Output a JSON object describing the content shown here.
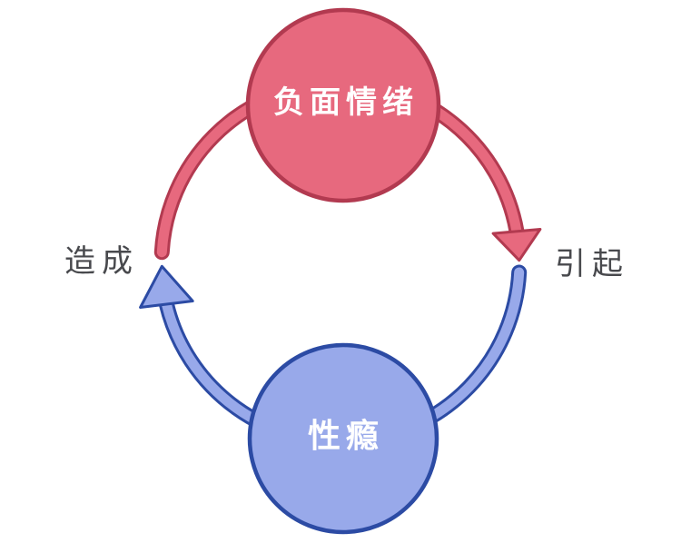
{
  "page": {
    "background": "#FFFFFF"
  },
  "colors": {
    "background": "#FFFFFF",
    "accent_pink": "#E7697E",
    "accent_pink_dark": "#B23A50",
    "accent_blue": "#98A9EA",
    "accent_blue_dark": "#2C4BA4",
    "node_text": "#FFFFFF",
    "label_text": "#48494D"
  },
  "diagram": {
    "type": "cycle",
    "nodes": [
      {
        "id": "negative-emotions",
        "label": "负面情绪",
        "shape": "circle",
        "fill": "#E7697E",
        "border": "#B23A50",
        "position": "top"
      },
      {
        "id": "sex-addiction",
        "label": "性瘾",
        "shape": "circle",
        "fill": "#98A9EA",
        "border": "#2C4BA4",
        "position": "bottom"
      }
    ],
    "edges": [
      {
        "id": "edge-trigger",
        "label": "引起",
        "from": "负面情绪",
        "to": "性瘾",
        "side": "right",
        "color": "#E7697E",
        "border": "#B23A50",
        "direction": "clockwise-down"
      },
      {
        "id": "edge-cause",
        "label": "造成",
        "from": "性瘾",
        "to": "负面情绪",
        "side": "left",
        "color": "#98A9EA",
        "border": "#2C4BA4",
        "direction": "clockwise-up"
      }
    ]
  }
}
